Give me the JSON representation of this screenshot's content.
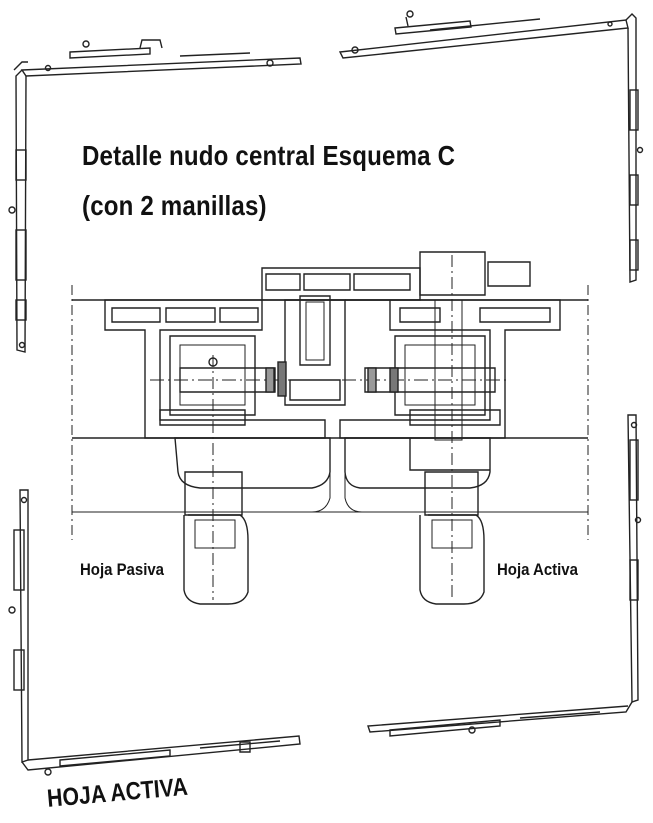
{
  "diagram": {
    "title_line1": "Detalle nudo central Esquema C",
    "title_line2": "(con 2 manillas)",
    "label_left": "Hoja Pasiva",
    "label_right": "Hoja Activa",
    "footer": "HOJA ACTIVA"
  },
  "colors": {
    "ink": "#111111",
    "line": "#222222",
    "fill": "#ffffff"
  }
}
